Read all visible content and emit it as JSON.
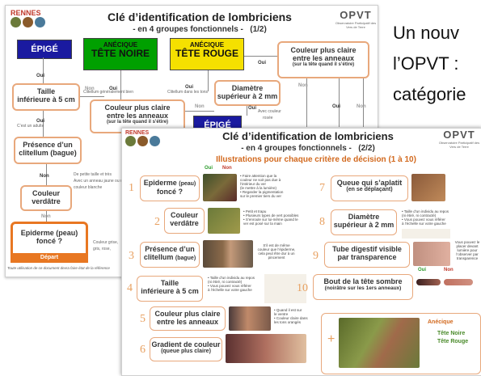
{
  "slide": {
    "text_lines": [
      "Un nouv",
      "l’OPVT :",
      "catégorie"
    ]
  },
  "sheet1": {
    "logos": {
      "left": "RENNES",
      "observatoire": "Observatoire Participatif des Vers de Terre"
    },
    "title": "Clé d’identification de lombriciens",
    "subtitle": "- en 4 groupes fonctionnels -",
    "page": "(1/2)",
    "brand": "OPVT",
    "categories": {
      "epige1": "ÉPIGÉ",
      "aneciqueNoire": [
        "ANÉCIQUE",
        "TÊTE NOIRE"
      ],
      "aneciqueRouge": [
        "ANÉCIQUE",
        "TÊTE ROUGE"
      ],
      "epige2": "ÉPIGÉ"
    },
    "nodes": {
      "taille": [
        "Taille",
        "inférieure à 5 cm"
      ],
      "couleurAnneaux": [
        "Couleur plus claire",
        "entre les anneaux",
        "(sur la tête quand il s'étire)"
      ],
      "diametre": [
        "Diamètre",
        "supérieur à 2 mm"
      ],
      "couleurTete": [
        "Couleur plus claire",
        "entre les anneaux",
        "(sur la tête quand il s’étire)"
      ],
      "clitellum": [
        "Présence d’un",
        "clitellum (bague)"
      ],
      "verdatre": [
        "Couleur",
        "verdâtre"
      ],
      "epiderme": [
        "Epiderme (peau)",
        "foncé ?"
      ],
      "depart": "Départ"
    },
    "labels": {
      "oui": "Oui",
      "non": "Non"
    },
    "notes": {
      "adulte": "C’est un adulte",
      "clitellum": "Clitellum généralement bien",
      "clitellumRouge": "Clitellum dans les tons",
      "verdatre": "De petite taille et très",
      "verdatre2": "Avec un anneau jaune ou une",
      "verdatre3": "couleur blanche",
      "grise": "Couleur grise,",
      "grise2": "gris, rose,",
      "avec": "Avec couleur",
      "rosee": "rosée",
      "footer": "Toute utilisation de ce document devra faire état de la référence"
    }
  },
  "sheet2": {
    "title": "Clé d’identification de lombriciens",
    "subtitle": "- en 4 groupes fonctionnels -",
    "page": "(2/2)",
    "heading": "Illustrations pour chaque critère de décision (1 à 10)",
    "brand": "OPVT",
    "criteria": [
      {
        "num": "1",
        "label": "Epiderme",
        "sub": "(peau)",
        "label2": "foncé ?"
      },
      {
        "num": "2",
        "label": "Couleur",
        "label2": "verdâtre"
      },
      {
        "num": "3",
        "label": "Présence d’un",
        "label2": "clitellum",
        "sub": "(bague)"
      },
      {
        "num": "4",
        "label": "Taille",
        "label2": "inférieure à 5 cm"
      },
      {
        "num": "5",
        "label": "Couleur plus claire",
        "label2": "entre les anneaux"
      },
      {
        "num": "6",
        "label": "Gradient de couleur",
        "label2": "(queue plus claire)"
      },
      {
        "num": "7",
        "label": "Queue qui s’aplatit",
        "label2": "(en se déplaçant)"
      },
      {
        "num": "8",
        "label": "Diamètre",
        "label2": "supérieur à 2 mm"
      },
      {
        "num": "9",
        "label": "Tube digestif visible",
        "label2": "par transparence"
      },
      {
        "num": "10",
        "label": "Bout de la tête sombre",
        "label2": "(noirâtre sur les 1ers anneaux)"
      }
    ],
    "yesno": {
      "oui": "Oui",
      "non": "Non"
    },
    "notes": {
      "c1": [
        "• Faire attention que la",
        "couleur ne soit pas due à",
        "l’intérieur du ver",
        "(le mettre à la lumière)",
        "• Regarder la pigmentation",
        "sur le premier tiers du ver"
      ],
      "c2": [
        "• Petit et trapu",
        "• Plusieurs types de vert possibles",
        "• S’enroule sur lui-même quand le",
        "ver est posé sur la main"
      ],
      "c3": [
        "S’il est de même",
        "couleur que l’épiderme,",
        "cela peut être dur à un",
        "pincement"
      ],
      "c4": [
        "• Taille d’un individu au repos",
        "(ni étiré, ni contracté)",
        "• Vous pouvez vous référer",
        "à l’échelle sur votre gauche"
      ],
      "c5": [
        "• Quand il est sur",
        "le ventre",
        "• Couleur claire dans",
        "les tons orangés"
      ],
      "c8": [
        "• Taille d’un individu au repos",
        "(ni étiré, ni contracté)",
        "• Vous pouvez vous référer",
        "à l’échelle sur votre gauche"
      ],
      "c9": [
        "Vous pouvez le",
        "placer devant",
        "lumière pour",
        "l’observer par",
        "transparence"
      ]
    },
    "legend": {
      "anecique": "Anécique",
      "noire": "Tête Noire",
      "rouge": "Tête Rouge"
    }
  },
  "colors": {
    "epige": "#1a1aa0",
    "noire": "#00a000",
    "rouge": "#f5e000",
    "orange": "#e87722",
    "node_border": "#e8a87c"
  }
}
